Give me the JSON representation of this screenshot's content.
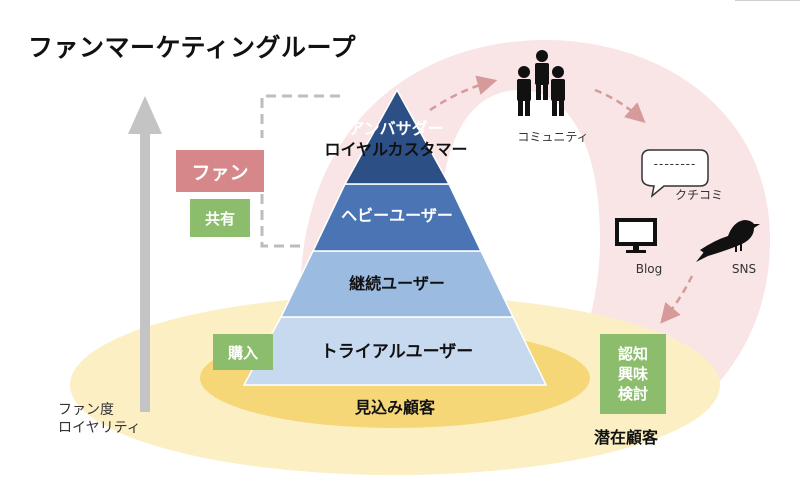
{
  "title": "ファンマーケティングループ",
  "pyramid": {
    "tiers": [
      {
        "label_lines": [
          "アンバサダー",
          "ロイヤルカスタマー"
        ],
        "color": "#2c4f86"
      },
      {
        "label": "ヘビーユーザー",
        "color": "#4a74b4"
      },
      {
        "label": "継続ユーザー",
        "color": "#9cbbe0"
      },
      {
        "label": "トライアルユーザー",
        "color": "#c7d9ee"
      }
    ]
  },
  "prospects_label": "見込み顧客",
  "latent_label": "潜在顧客",
  "badges": {
    "fan": "ファン",
    "share": "共有",
    "purchase": "購入",
    "awareness_lines": [
      "認知",
      "興味",
      "検討"
    ]
  },
  "axis_label_lines": [
    "ファン度",
    "ロイヤリティ"
  ],
  "loop": {
    "community": "コミュニティ",
    "word_of_mouth": "クチコミ",
    "speech_bubble_text": "--------",
    "blog": "Blog",
    "sns": "SNS"
  },
  "colors": {
    "loop_ring": "#f8e1e1",
    "arrow": "#d69a9a",
    "outer_ellipse": "#fcefc4",
    "inner_ellipse": "#f6d778",
    "badge_pink": "#d6878a",
    "badge_green": "#8cbd6c",
    "axis_arrow": "#c4c4c4"
  }
}
